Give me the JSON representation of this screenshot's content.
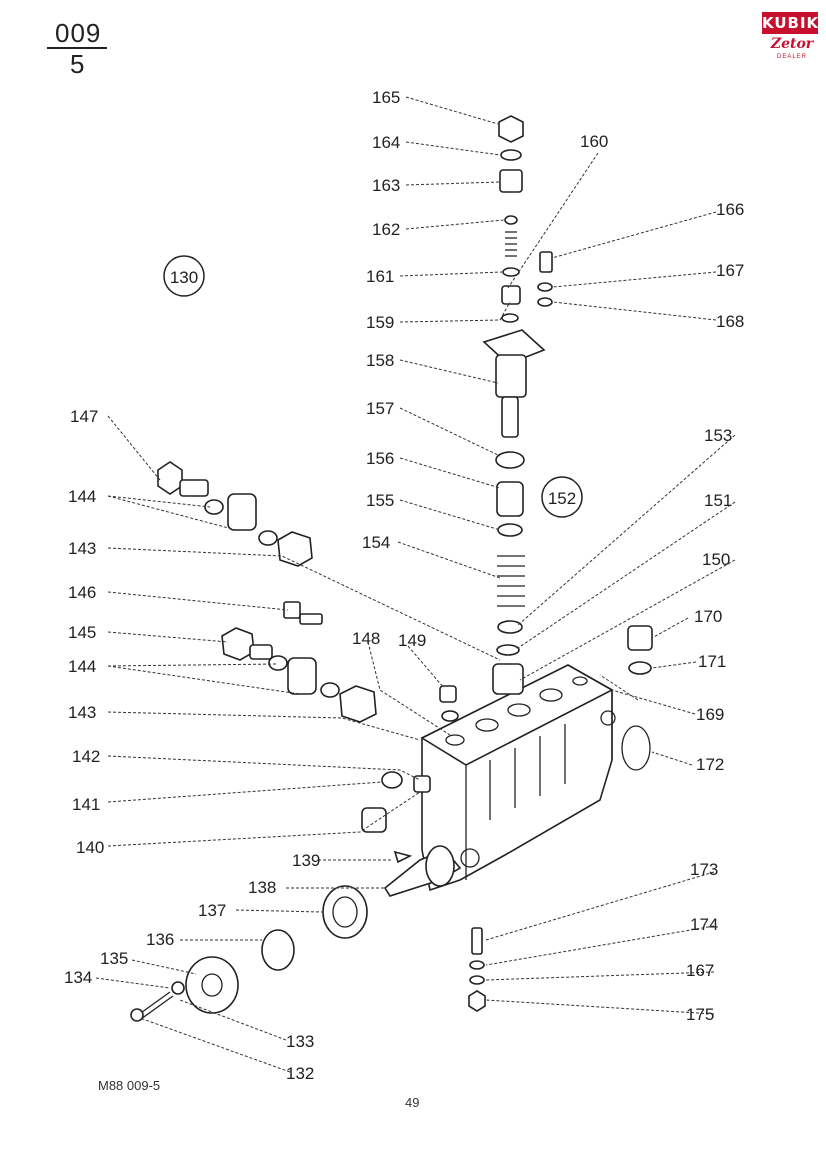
{
  "sheet": {
    "group": "009",
    "sheet": "5"
  },
  "logo": {
    "brand": "KUBIK",
    "sub": "Zetor",
    "tag": "DEALER"
  },
  "group_labels": {
    "g130": "130",
    "g152": "152"
  },
  "part_labels": {
    "p132": "132",
    "p133": "133",
    "p134": "134",
    "p135": "135",
    "p136": "136",
    "p137": "137",
    "p138": "138",
    "p139": "139",
    "p140": "140",
    "p141": "141",
    "p142": "142",
    "p143a": "143",
    "p143b": "143",
    "p144a": "144",
    "p144b": "144",
    "p145": "145",
    "p146": "146",
    "p147": "147",
    "p148": "148",
    "p149": "149",
    "p150": "150",
    "p151": "151",
    "p153": "153",
    "p154": "154",
    "p155": "155",
    "p156": "156",
    "p157": "157",
    "p158": "158",
    "p159": "159",
    "p160": "160",
    "p161": "161",
    "p162": "162",
    "p163": "163",
    "p164": "164",
    "p165": "165",
    "p166": "166",
    "p167a": "167",
    "p167b": "167",
    "p168": "168",
    "p169": "169",
    "p170": "170",
    "p171": "171",
    "p172": "172",
    "p173": "173",
    "p174": "174",
    "p175": "175"
  },
  "footer": {
    "code": "M88  009-5",
    "page": "49"
  }
}
